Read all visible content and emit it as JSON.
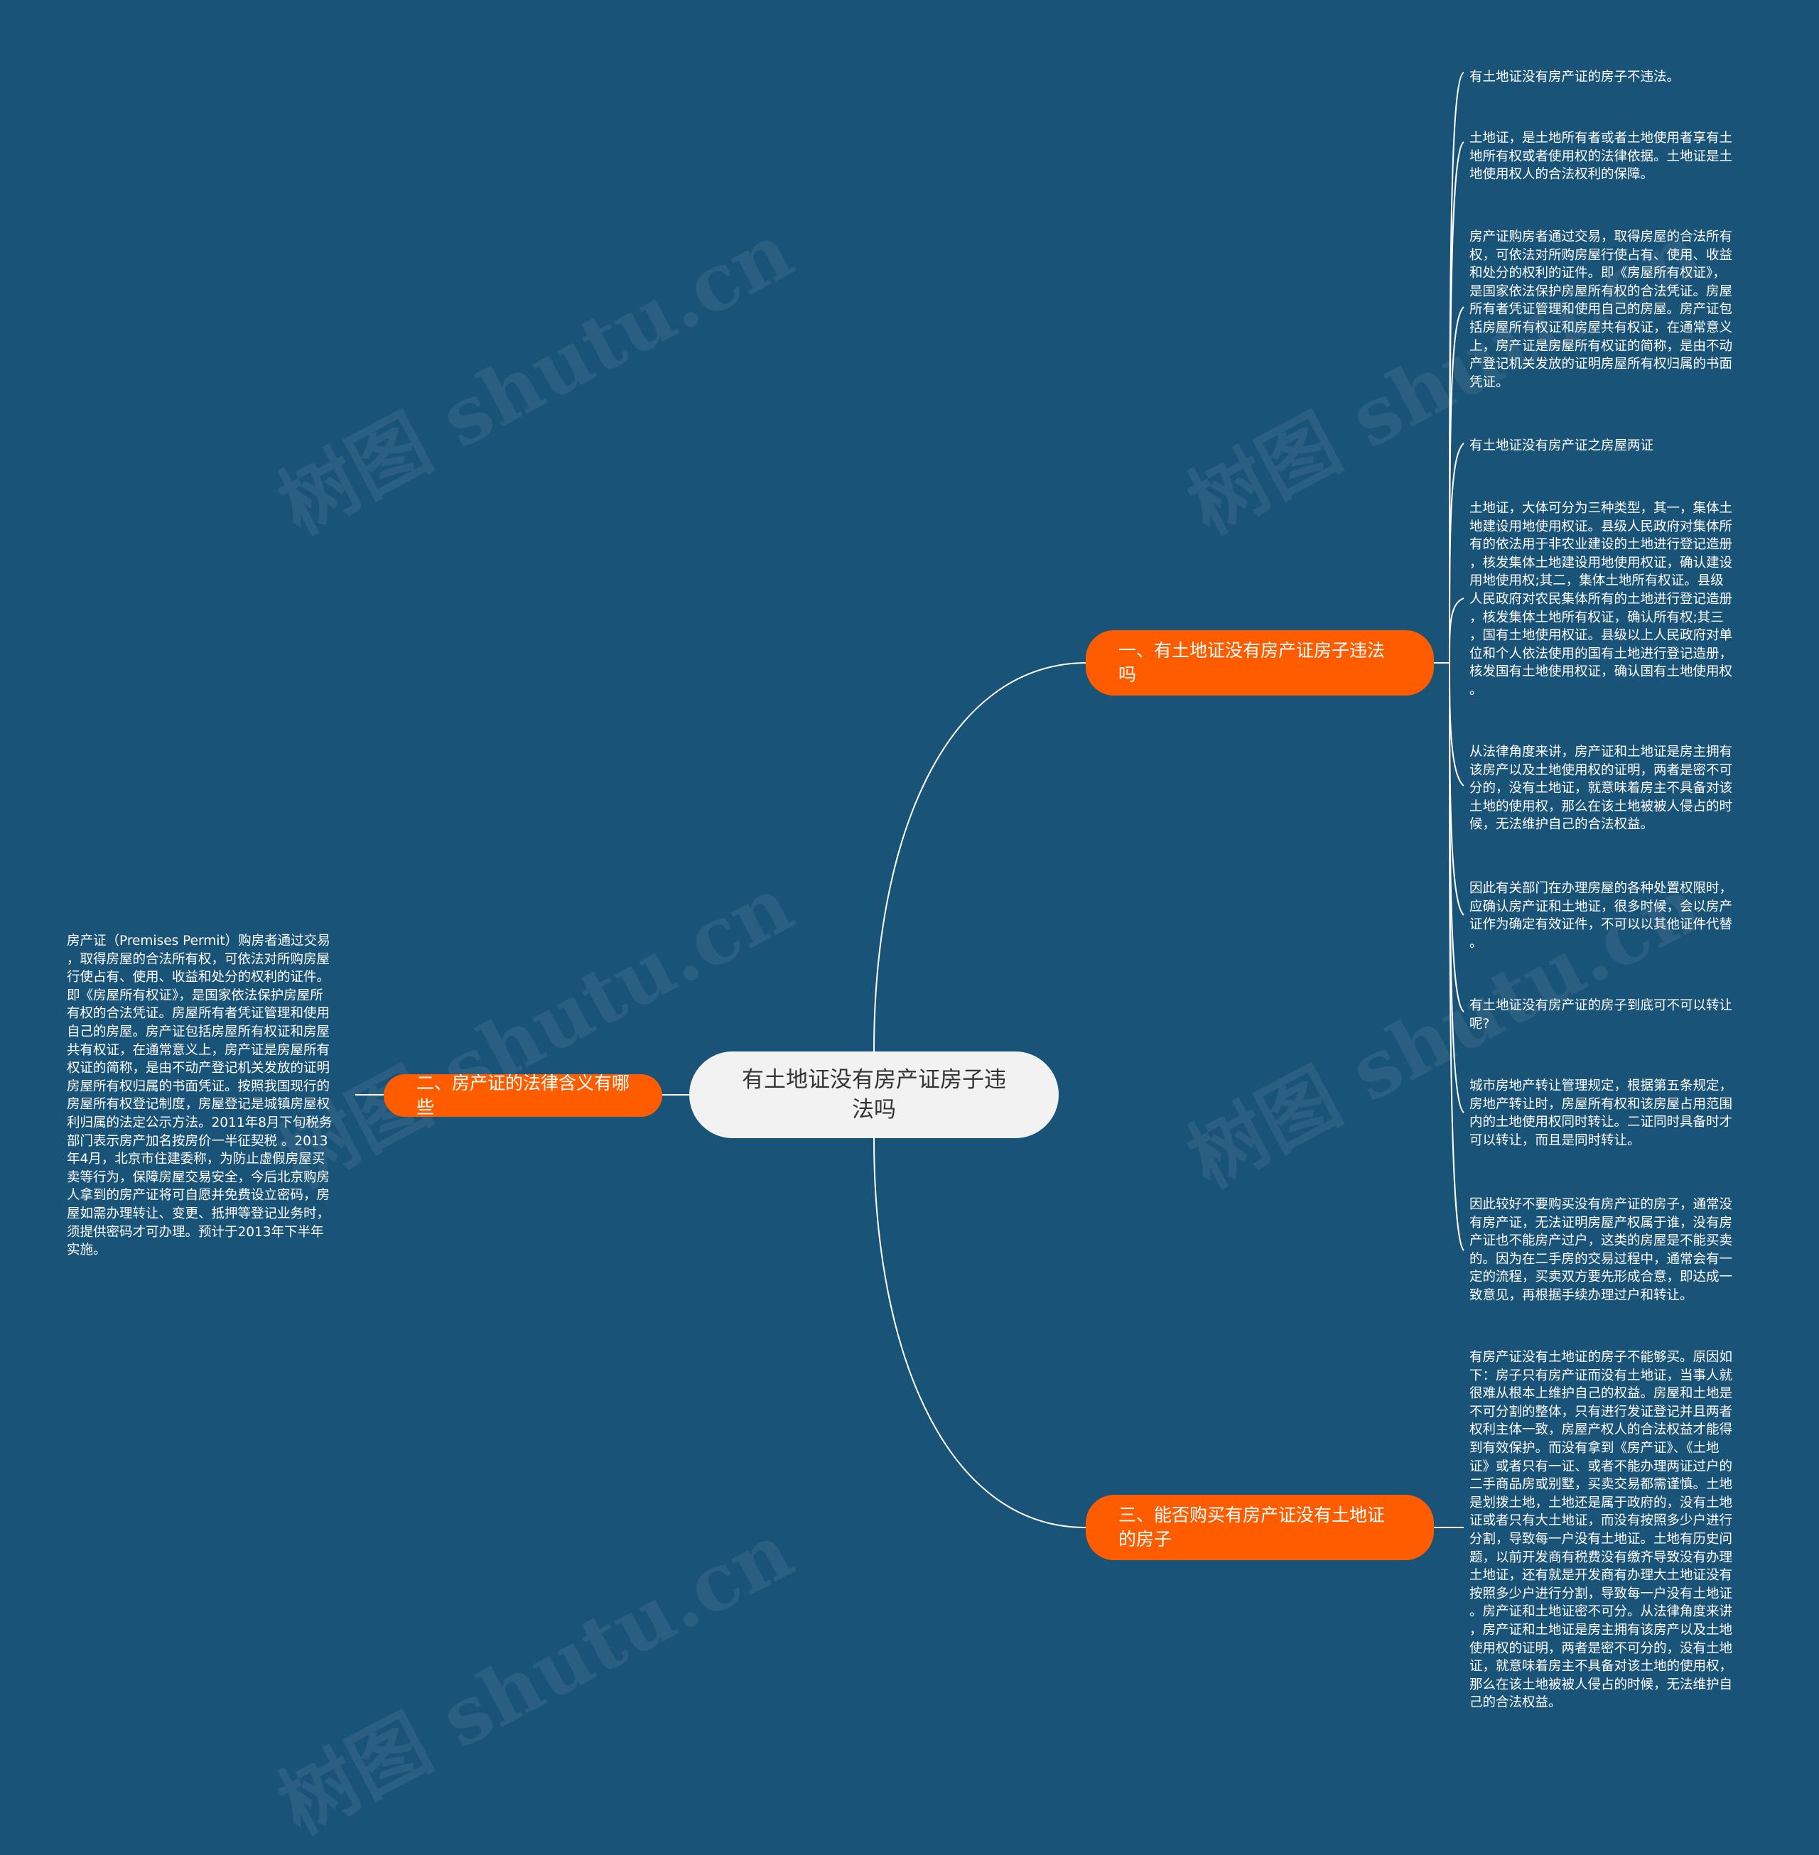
{
  "colors": {
    "background": "#1a5378",
    "root": "#f2f2f2",
    "branch": "#ff5c00",
    "line": "#ffffff"
  },
  "watermark": "树图 shutu.cn",
  "root": {
    "label": "有土地证没有房产证房子违法吗"
  },
  "branches": [
    {
      "label": "一、有土地证没有房产证房子违法吗",
      "leaves": [
        "有土地证没有房产证的房子不违法。",
        "土地证，是土地所有者或者土地使用者享有土\n地所有权或者使用权的法律依据。土地证是土\n地使用权人的合法权利的保障。",
        "房产证购房者通过交易，取得房屋的合法所有\n权，可依法对所购房屋行使占有、使用、收益\n和处分的权利的证件。即《房屋所有权证》，\n是国家依法保护房屋所有权的合法凭证。房屋\n所有者凭证管理和使用自己的房屋。房产证包\n括房屋所有权证和房屋共有权证，在通常意义\n上，房产证是房屋所有权证的简称，是由不动\n产登记机关发放的证明房屋所有权归属的书面\n凭证。",
        "有土地证没有房产证之房屋两证",
        "土地证，大体可分为三种类型，其一，集体土\n地建设用地使用权证。县级人民政府对集体所\n有的依法用于非农业建设的土地进行登记造册\n，核发集体土地建设用地使用权证，确认建设\n用地使用权;其二，集体土地所有权证。县级\n人民政府对农民集体所有的土地进行登记造册\n，核发集体土地所有权证，确认所有权;其三\n，国有土地使用权证。县级以上人民政府对单\n位和个人依法使用的国有土地进行登记造册，\n核发国有土地使用权证，确认国有土地使用权\n。",
        "从法律角度来讲，房产证和土地证是房主拥有\n该房产以及土地使用权的证明，两者是密不可\n分的，没有土地证，就意味着房主不具备对该\n土地的使用权，那么在该土地被被人侵占的时\n候，无法维护自己的合法权益。",
        "因此有关部门在办理房屋的各种处置权限时，\n应确认房产证和土地证，很多时候，会以房产\n证作为确定有效证件，不可以以其他证件代替\n。",
        "有土地证没有房产证的房子到底可不可以转让\n呢?",
        "城市房地产转让管理规定，根据第五条规定，\n房地产转让时，房屋所有权和该房屋占用范围\n内的土地使用权同时转让。二证同时具备时才\n可以转让，而且是同时转让。",
        "因此较好不要购买没有房产证的房子，通常没\n有房产证，无法证明房屋产权属于谁，没有房\n产证也不能房产过户，这类的房屋是不能买卖\n的。因为在二手房的交易过程中，通常会有一\n定的流程，买卖双方要先形成合意，即达成一\n致意见，再根据手续办理过户和转让。"
      ]
    },
    {
      "label": "二、房产证的法律含义有哪些",
      "leaves": [
        "房产证（Premises Permit）购房者通过交易\n，取得房屋的合法所有权，可依法对所购房屋\n行使占有、使用、收益和处分的权利的证件。\n即《房屋所有权证》，是国家依法保护房屋所\n有权的合法凭证。房屋所有者凭证管理和使用\n自己的房屋。房产证包括房屋所有权证和房屋\n共有权证，在通常意义上，房产证是房屋所有\n权证的简称，是由不动产登记机关发放的证明\n房屋所有权归属的书面凭证。按照我国现行的\n房屋所有权登记制度，房屋登记是城镇房屋权\n利归属的法定公示方法。2011年8月下旬税务\n部门表示房产加名按房价一半征契税 。2013\n年4月，北京市住建委称，为防止虚假房屋买\n卖等行为，保障房屋交易安全，今后北京购房\n人拿到的房产证将可自愿并免费设立密码，房\n屋如需办理转让、变更、抵押等登记业务时，\n须提供密码才可办理。预计于2013年下半年\n实施。"
      ]
    },
    {
      "label": "三、能否购买有房产证没有土地证的房子",
      "leaves": [
        "有房产证没有土地证的房子不能够买。原因如\n下：房子只有房产证而没有土地证，当事人就\n很难从根本上维护自己的权益。房屋和土地是\n不可分割的整体，只有进行发证登记并且两者\n权利主体一致，房屋产权人的合法权益才能得\n到有效保护。而没有拿到《房产证》、《土地\n证》或者只有一证、或者不能办理两证过户的\n二手商品房或别墅，买卖交易都需谨慎。土地\n是划拨土地，土地还是属于政府的，没有土地\n证或者只有大土地证，而没有按照多少户进行\n分割，导致每一户没有土地证。土地有历史问\n题，以前开发商有税费没有缴齐导致没有办理\n土地证，还有就是开发商有办理大土地证没有\n按照多少户进行分割，导致每一户没有土地证\n。房产证和土地证密不可分。从法律角度来讲\n，房产证和土地证是房主拥有该房产以及土地\n使用权的证明，两者是密不可分的，没有土地\n证，就意味着房主不具备对该土地的使用权，\n那么在该土地被被人侵占的时候，无法维护自\n己的合法权益。"
      ]
    }
  ]
}
